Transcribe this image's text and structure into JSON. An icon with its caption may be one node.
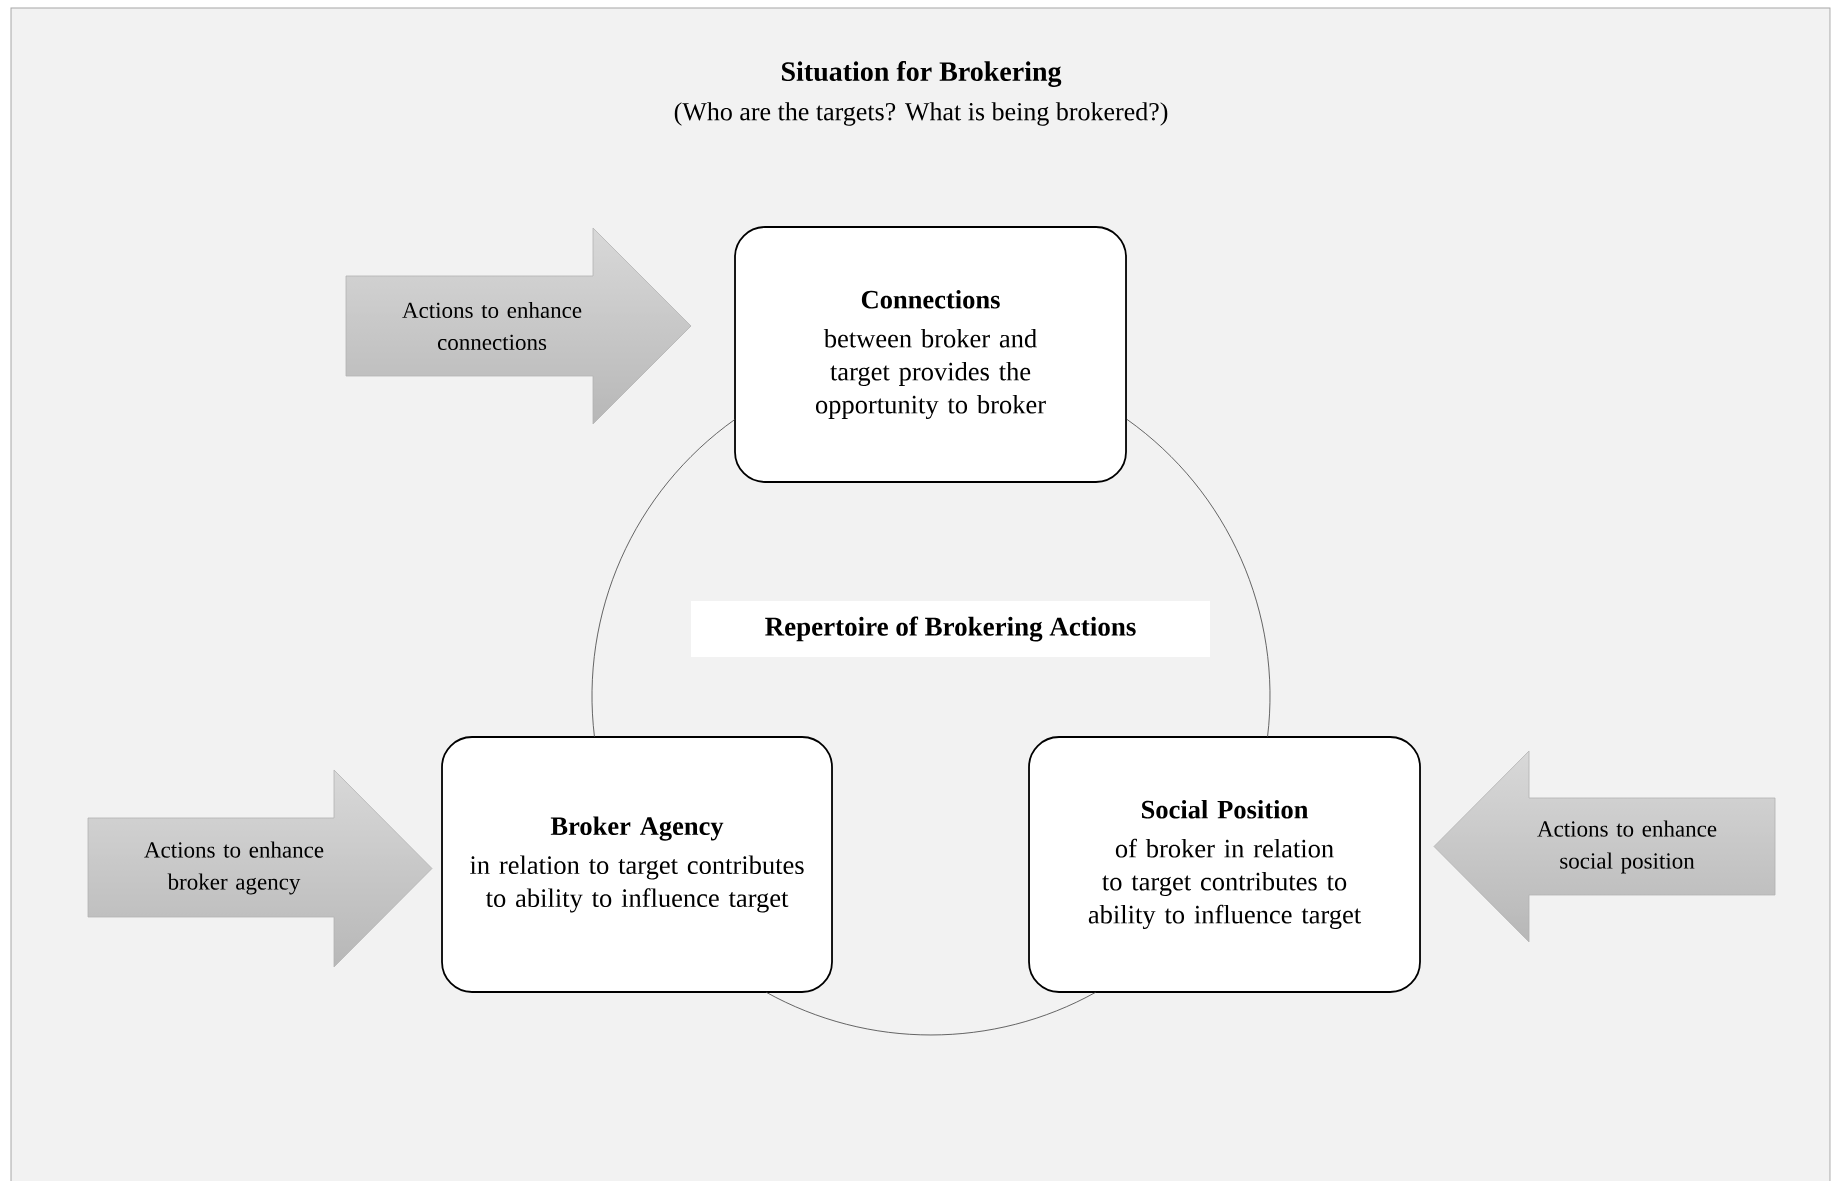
{
  "diagram": {
    "title": "Situation for Brokering",
    "nodes": [
      {
        "text": [
          "Connections",
          "between broker and target provides the opportunity to broker"
        ]
      },
      {
        "text": [
          "Broker Agency",
          "in relation to target contributes to ability to influence target"
        ]
      },
      {
        "text": [
          "Social Position",
          "of broker in relation to target contributes to ability to influence target"
        ]
      },
      {
        "text": [
          "Repertoire of Brokering Actions"
        ]
      },
      {
        "text": [
          "Actions to enhance connections"
        ]
      },
      {
        "text": [
          "Actions to enhance broker agency"
        ]
      },
      {
        "text": [
          "Actions to enhance social position"
        ]
      }
    ],
    "edges": [
      {
        "from": 0,
        "to": 1,
        "arrow": "none"
      },
      {
        "from": 1,
        "to": 2,
        "arrow": "none"
      },
      {
        "from": 2,
        "to": 0,
        "arrow": "none"
      }
    ],
    "labels": [
      "(Who are the targets? What is being brokered?)"
    ]
  }
}
